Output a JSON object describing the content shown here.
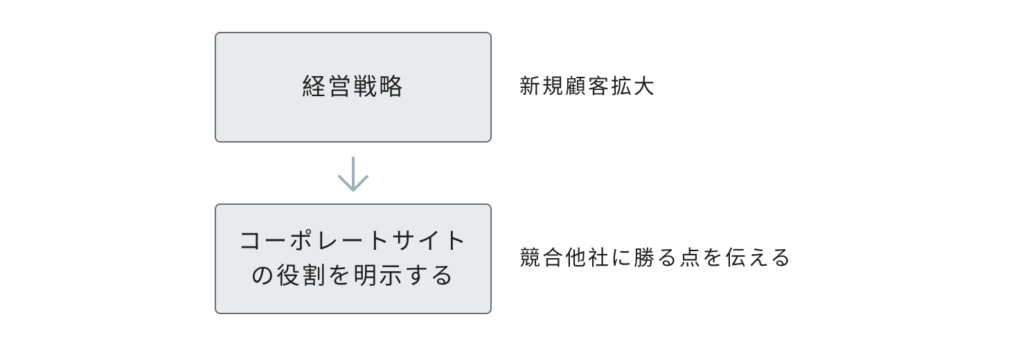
{
  "diagram": {
    "boxes": [
      {
        "label": "経営戦略"
      },
      {
        "label": "コーポレートサイト\nの役割を明示する"
      }
    ],
    "side_labels": [
      "新規顧客拡大",
      "競合他社に勝る点を伝える"
    ],
    "colors": {
      "box_fill": "#e8ebed",
      "box_border": "#6b6d70",
      "arrow": "#9db0ba",
      "text": "#1f1f1f"
    },
    "icons": {
      "arrow": "arrow-down-icon"
    }
  }
}
